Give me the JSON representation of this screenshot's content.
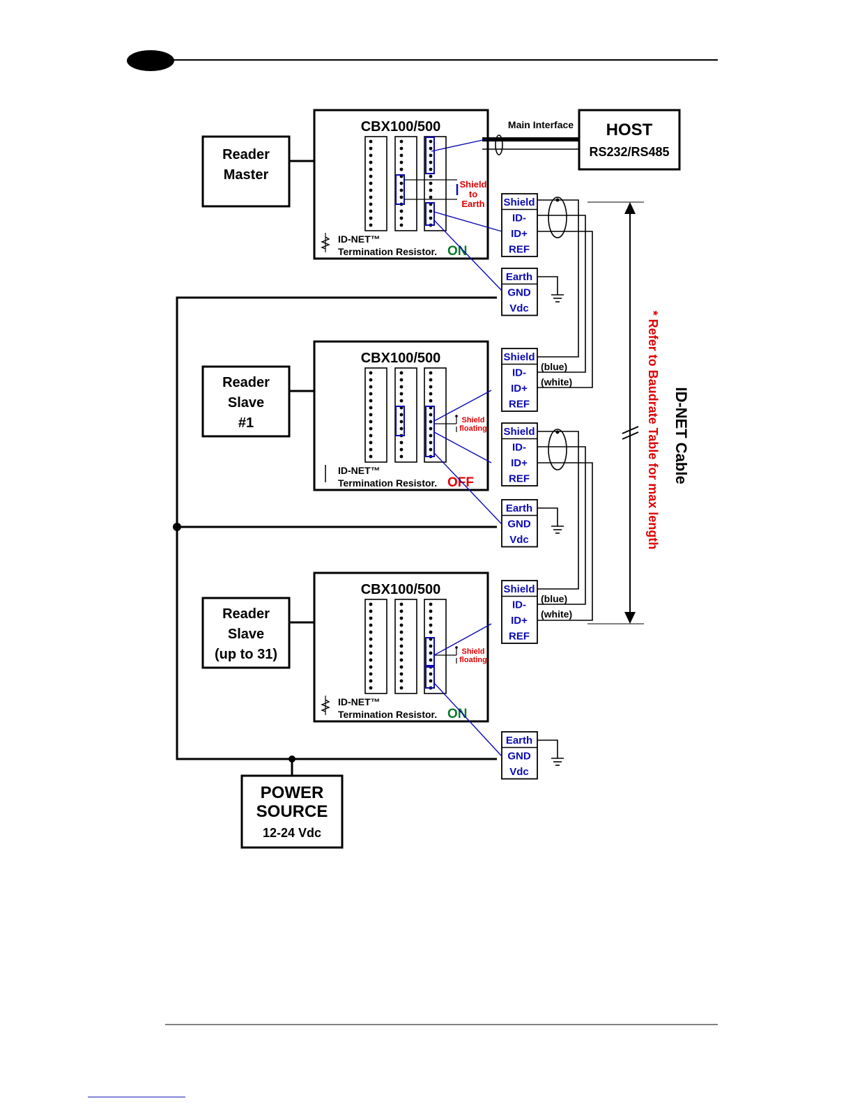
{
  "readers": {
    "master": [
      "Reader",
      "Master"
    ],
    "slave1": [
      "Reader",
      "Slave",
      "#1"
    ],
    "slave2": [
      "Reader",
      "Slave",
      "(up to 31)"
    ]
  },
  "cbx": {
    "title": "CBX100/500",
    "idnet": "ID-NET™",
    "termination": "Termination Resistor.",
    "states": [
      "ON",
      "OFF",
      "ON"
    ]
  },
  "shield_notes": {
    "master": [
      "Shield",
      "to",
      "Earth"
    ],
    "slave": [
      "Shield",
      "floating"
    ]
  },
  "terminals": {
    "upper": [
      "Shield",
      "ID-",
      "ID+",
      "REF"
    ],
    "lower": [
      "Earth",
      "GND",
      "Vdc"
    ]
  },
  "wire_colors": [
    "(blue)",
    "(white)"
  ],
  "host": {
    "title": "HOST",
    "subtitle": "RS232/RS485",
    "link_label": "Main Interface"
  },
  "power": {
    "line1": "POWER",
    "line2": "SOURCE",
    "line3": "12-24 Vdc"
  },
  "cable": {
    "label": "ID-NET Cable",
    "note": "* Refer to Baudrate Table for max length"
  },
  "colors": {
    "text": "#000000",
    "terminal_text": "#0a0ab4",
    "note": "#e00000",
    "on_off": "#0a7a2a",
    "off": "#e00000"
  }
}
